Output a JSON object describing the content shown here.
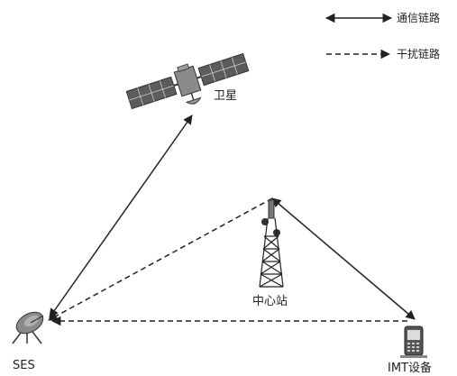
{
  "legend": {
    "communication_link": "通信链路",
    "interference_link": "干扰链路"
  },
  "nodes": {
    "satellite": {
      "label": "卫星",
      "icon": "satellite-icon"
    },
    "ses": {
      "label": "SES",
      "icon": "satellite-dish-icon"
    },
    "center_station": {
      "label": "中心站",
      "icon": "cell-tower-icon"
    },
    "imt_device": {
      "label": "IMT设备",
      "icon": "mobile-phone-icon"
    }
  },
  "links": [
    {
      "from": "satellite",
      "to": "ses",
      "type": "communication"
    },
    {
      "from": "center_station",
      "to": "imt_device",
      "type": "communication"
    },
    {
      "from": "center_station",
      "to": "ses",
      "type": "interference"
    },
    {
      "from": "imt_device",
      "to": "ses",
      "type": "interference"
    }
  ],
  "colors": {
    "line": "#222222",
    "panel": "#5c5c5c",
    "body": "#8a8a8a"
  }
}
